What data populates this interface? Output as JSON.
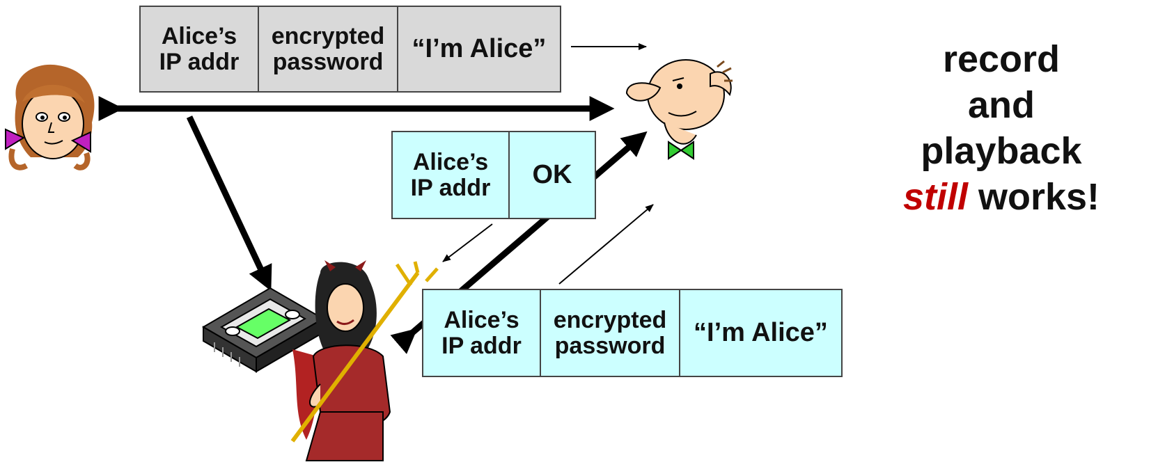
{
  "packet_top": {
    "cells": [
      [
        "Alice’s",
        "IP addr"
      ],
      [
        "encrypted",
        "password"
      ],
      [
        "“I’m Alice”"
      ]
    ]
  },
  "packet_ok": {
    "cells": [
      [
        "Alice’s",
        "IP addr"
      ],
      [
        "OK"
      ]
    ]
  },
  "packet_replay": {
    "cells": [
      [
        "Alice’s",
        "IP addr"
      ],
      [
        "encrypted",
        "password"
      ],
      [
        "“I’m Alice”"
      ]
    ]
  },
  "caption": {
    "line1": "record",
    "line2": "and",
    "line3": "playback",
    "line4_emph": "still",
    "line4_rest": " works!"
  },
  "colors": {
    "packet_gray": "#d9d9d9",
    "packet_cyan": "#ccffff",
    "emphasis_red": "#c00000"
  },
  "icons": [
    "alice-icon",
    "bob-icon",
    "trudy-icon",
    "recorder-icon"
  ]
}
